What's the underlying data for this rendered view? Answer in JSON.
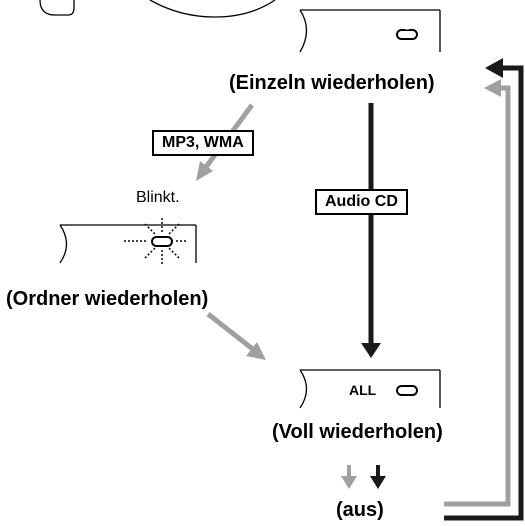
{
  "modes": {
    "single": "(Einzeln wiederholen)",
    "folder": "(Ordner wiederholen)",
    "all": "(Voll wiederholen)",
    "off": "(aus)"
  },
  "badges": {
    "mp3_wma": "MP3, WMA",
    "audio_cd": "Audio CD"
  },
  "blink_label": "Blinkt.",
  "display_all_text": "ALL",
  "icons": [
    "repeat-icon",
    "arrow-down-icon"
  ],
  "colors": {
    "dark_arrow": "#1a1a1a",
    "gray_arrow": "#a0a0a0"
  }
}
